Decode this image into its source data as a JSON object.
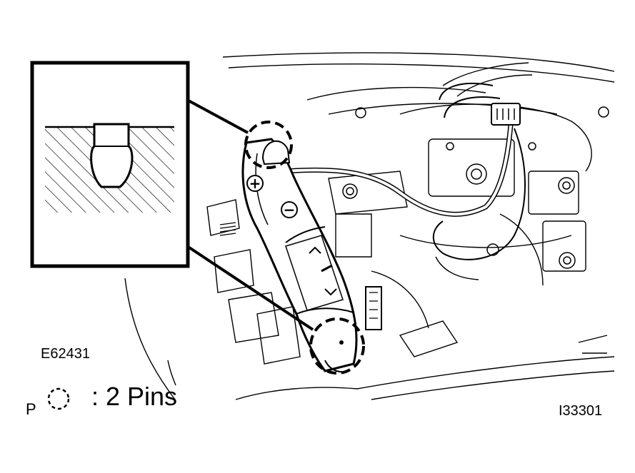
{
  "figure": {
    "figure_code": "E62431",
    "reference_code": "I33301",
    "legend": {
      "symbol_letter": "P",
      "symbol_icon": "dashed-circle-icon",
      "text": ": 2 Pins"
    },
    "button_symbols": {
      "plus": "+",
      "minus": "−"
    }
  }
}
